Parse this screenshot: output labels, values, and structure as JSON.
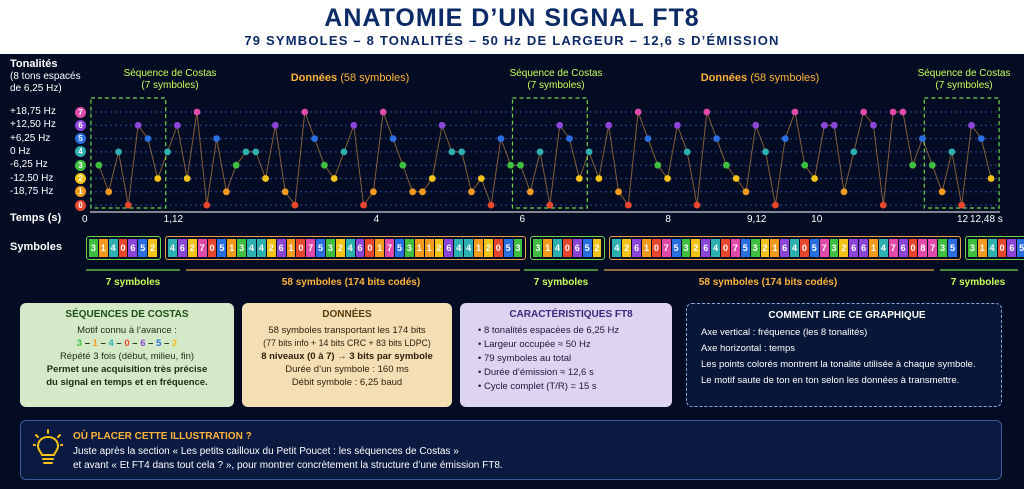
{
  "title": "ANATOMIE D’UN SIGNAL FT8",
  "subtitle": "79 SYMBOLES – 8 TONALITÉS – 50 Hz DE LARGEUR – 12,6 s D’ÉMISSION",
  "tonal_header": {
    "title": "Tonalités",
    "line1": "(8 tons espacés",
    "line2": "de 6,25 Hz)"
  },
  "section_labels": {
    "costas": "Séquence de Costas",
    "costas_count": "(7 symboles)",
    "data": "Données",
    "data_count": "(58 symboles)"
  },
  "axis": {
    "time_title": "Temps (s)",
    "symbols_title": "Symboles"
  },
  "symbol_counts": {
    "costas": "7 symboles",
    "data": "58 symboles (174 bits codés)"
  },
  "colors": {
    "tone_0": "#e8472e",
    "tone_1": "#f29a1e",
    "tone_2": "#f3c318",
    "tone_3": "#3fbf3f",
    "tone_4": "#2fb0b0",
    "tone_5": "#2a6fe0",
    "tone_6": "#8b46d8",
    "tone_7": "#e04aa8",
    "costas": "#6fd44a",
    "data": "#e8a24a"
  },
  "chart_data": {
    "type": "scatter",
    "tones": [
      {
        "label": "+18,75 Hz",
        "index": "7"
      },
      {
        "label": "+12,50 Hz",
        "index": "6"
      },
      {
        "label": "+6,25 Hz",
        "index": "5"
      },
      {
        "label": "0 Hz",
        "index": "4"
      },
      {
        "label": "-6,25 Hz",
        "index": "3"
      },
      {
        "label": "-12,50 Hz",
        "index": "2"
      },
      {
        "label": "-18,75 Hz",
        "index": "1"
      },
      {
        "label": "",
        "index": "0"
      }
    ],
    "time_ticks": [
      {
        "value": 0,
        "label": "0"
      },
      {
        "value": 1.12,
        "label": "1,12"
      },
      {
        "value": 4,
        "label": "4"
      },
      {
        "value": 6,
        "label": "6"
      },
      {
        "value": 8,
        "label": "8"
      },
      {
        "value": 9.12,
        "label": "9,12"
      },
      {
        "value": 10,
        "label": "10"
      },
      {
        "value": 12,
        "label": "12"
      },
      {
        "value": 12.48,
        "label": "12,48 s"
      }
    ],
    "costas": [
      3,
      1,
      4,
      0,
      6,
      5,
      2
    ],
    "data_block_1": [
      4,
      6,
      2,
      7,
      0,
      5,
      1,
      3,
      4,
      4,
      2,
      6,
      1,
      0,
      7,
      5,
      3,
      2,
      4,
      6,
      0,
      1,
      7,
      5,
      3,
      1,
      1,
      2,
      6,
      4,
      4,
      1,
      2,
      0,
      5,
      3
    ],
    "data_block_2": [
      4,
      2,
      6,
      1,
      0,
      7,
      5,
      3,
      2,
      6,
      4,
      0,
      7,
      5,
      3,
      2,
      1,
      6,
      4,
      0,
      5,
      7,
      3,
      2,
      6,
      6,
      1,
      4,
      7,
      6,
      0,
      8,
      7,
      3,
      5
    ]
  },
  "cards": {
    "costas": {
      "title": "SÉQUENCES DE COSTAS",
      "l1": "Motif connu à l’avance :",
      "motif": "3 – 1 – 4 – 0 – 6 – 5 – 2",
      "l2": "Répété 3 fois (début, milieu, fin)",
      "l3": "Permet une acquisition très précise",
      "l4": "du signal en temps et en fréquence."
    },
    "data": {
      "title": "DONNÉES",
      "l1": "58 symboles transportant les 174 bits",
      "l2": "(77 bits info + 14 bits CRC + 83 bits LDPC)",
      "l3": "8 niveaux (0 à 7)  →  3 bits par symbole",
      "l4": "Durée d’un symbole : 160 ms",
      "l5": "Débit symbole : 6,25 baud"
    },
    "ft8": {
      "title": "CARACTÉRISTIQUES FT8",
      "items": [
        "• 8 tonalités espacées de 6,25 Hz",
        "• Largeur occupée ≈ 50 Hz",
        "• 79 symboles au total",
        "• Durée d’émission ≈ 12,6 s",
        "• Cycle complet (T/R) = 15 s"
      ]
    },
    "read": {
      "title": "COMMENT LIRE CE GRAPHIQUE",
      "items": [
        "Axe vertical : fréquence (les 8 tonalités)",
        "Axe horizontal : temps",
        "Les points colorés montrent la tonalité utilisée à chaque symbole.",
        "Le motif saute de ton en ton selon les données à transmettre."
      ]
    }
  },
  "tip": {
    "title": "OÙ PLACER CETTE ILLUSTRATION ?",
    "l1": "Juste après la section « Les petits cailloux du Petit Poucet : les séquences de Costas »",
    "l2": "et avant « Et FT4 dans tout cela ? », pour montrer concrètement la structure d’une émission FT8."
  }
}
